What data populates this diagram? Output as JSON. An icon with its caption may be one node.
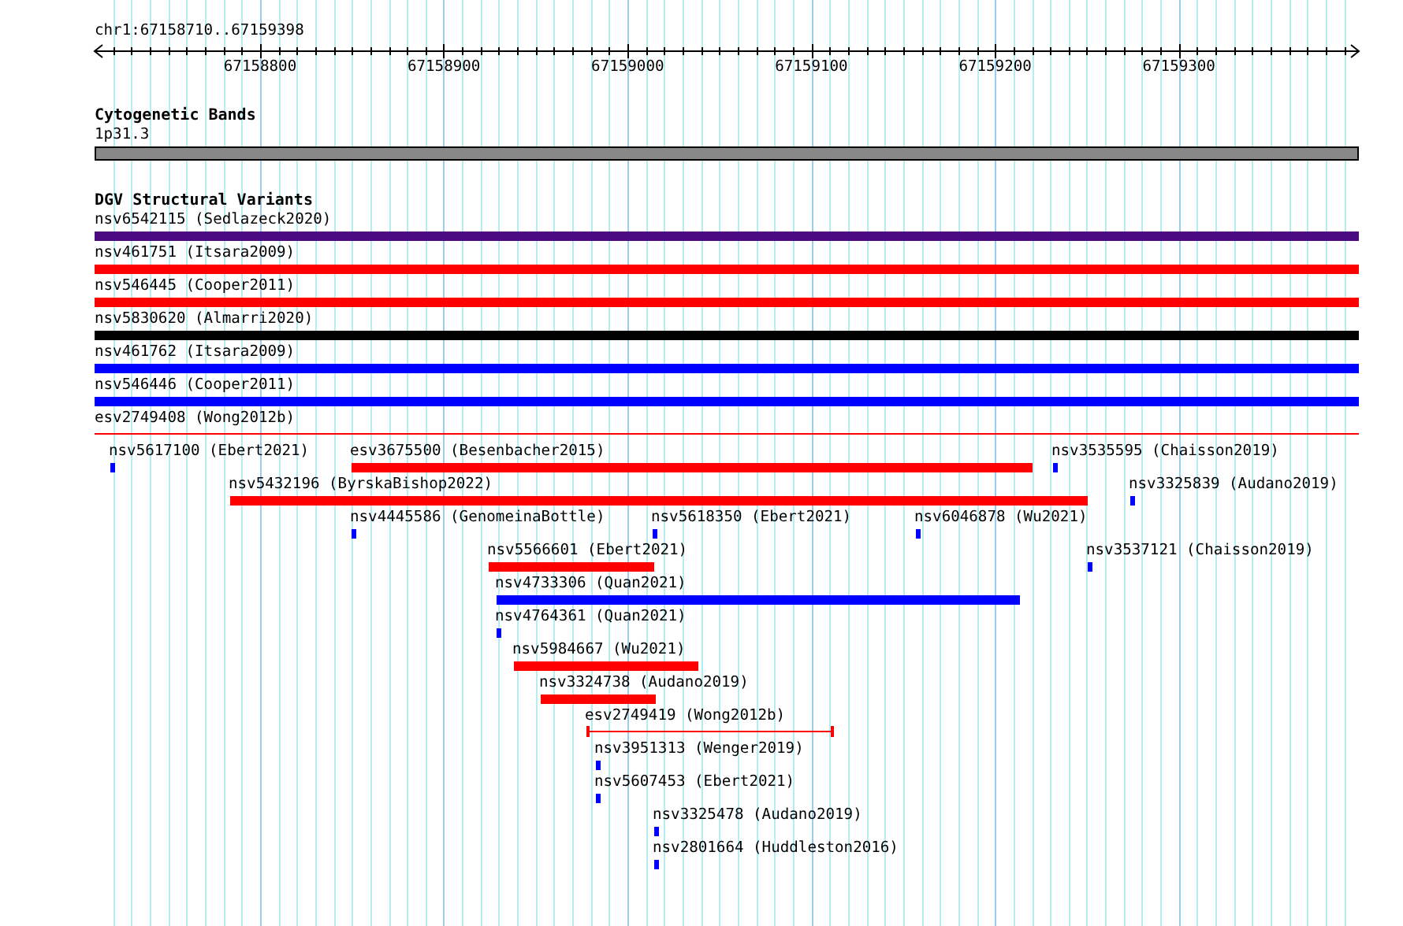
{
  "diagram": {
    "nodes": [
      {
        "text": [
          "1p31.3"
        ]
      },
      {
        "text": [
          "nsv6542115 (Sedlazeck2020)"
        ]
      },
      {
        "text": [
          "nsv461751 (Itsara2009)"
        ]
      },
      {
        "text": [
          "nsv546445 (Cooper2011)"
        ]
      },
      {
        "text": [
          "nsv5830620 (Almarri2020)"
        ]
      },
      {
        "text": [
          "nsv461762 (Itsara2009)"
        ]
      },
      {
        "text": [
          "nsv546446 (Cooper2011)"
        ]
      },
      {
        "text": [
          "esv2749408 (Wong2012b)"
        ]
      },
      {
        "text": [
          "nsv5617100 (Ebert2021)"
        ]
      },
      {
        "text": [
          "esv3675500 (Besenbacher2015)"
        ]
      },
      {
        "text": [
          "nsv3535595 (Chaisson2019)"
        ]
      },
      {
        "text": [
          "nsv5432196 (ByrskaBishop2022)"
        ]
      },
      {
        "text": [
          "nsv3325839 (Audano2019)"
        ]
      },
      {
        "text": [
          "nsv4445586 (GenomeinaBottle)"
        ]
      },
      {
        "text": [
          "nsv5618350 (Ebert2021)"
        ]
      },
      {
        "text": [
          "nsv6046878 (Wu2021)"
        ]
      },
      {
        "text": [
          "nsv5566601 (Ebert2021)"
        ]
      },
      {
        "text": [
          "nsv3537121 (Chaisson2019)"
        ]
      },
      {
        "text": [
          "nsv4733306 (Quan2021)"
        ]
      },
      {
        "text": [
          "nsv4764361 (Quan2021)"
        ]
      },
      {
        "text": [
          "nsv5984667 (Wu2021)"
        ]
      },
      {
        "text": [
          "nsv3324738 (Audano2019)"
        ]
      },
      {
        "text": [
          "esv2749419 (Wong2012b)"
        ]
      },
      {
        "text": [
          "nsv3951313 (Wenger2019)"
        ]
      },
      {
        "text": [
          "nsv5607453 (Ebert2021)"
        ]
      },
      {
        "text": [
          "nsv3325478 (Audano2019)"
        ]
      },
      {
        "text": [
          "nsv2801664 (Huddleston2016)"
        ]
      }
    ],
    "labels": [
      "chr1:67158710..67159398",
      "67158800",
      "67158900",
      "67159000",
      "67159100",
      "67159200",
      "67159300",
      "Cytogenetic Bands",
      "DGV Structural Variants"
    ]
  }
}
